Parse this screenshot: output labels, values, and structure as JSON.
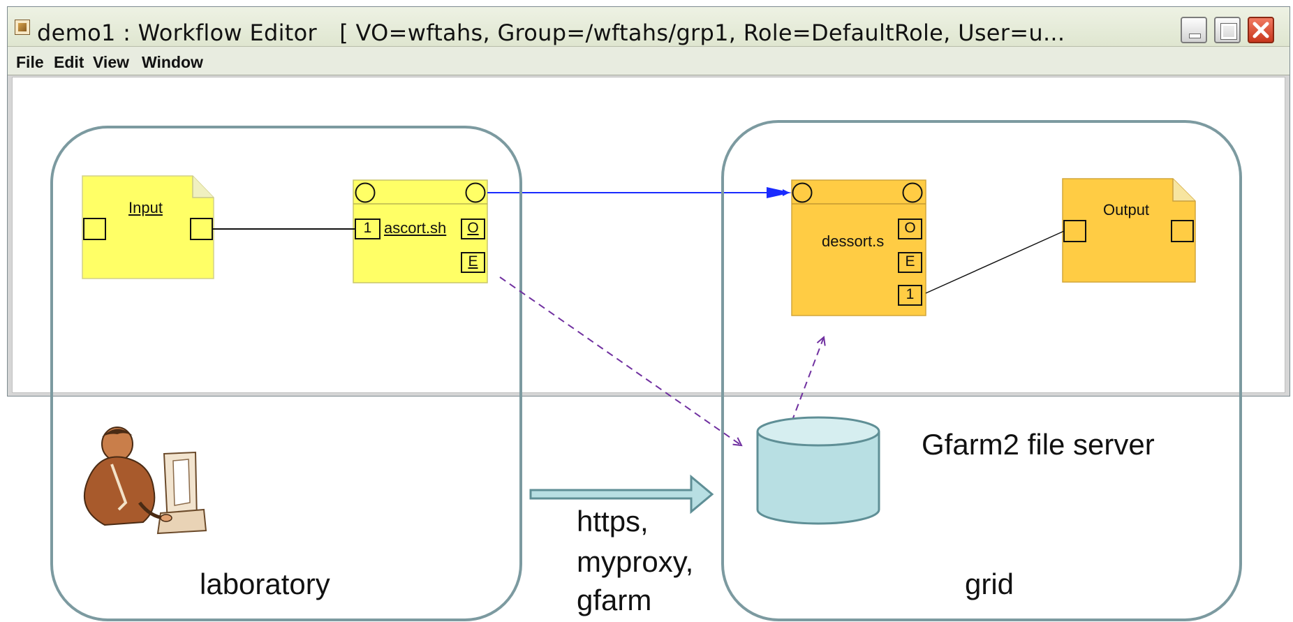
{
  "window": {
    "title": "demo1 : Workflow Editor　[ VO=wftahs, Group=/wftahs/grp1, Role=DefaultRole, User=u...",
    "menu": [
      "File",
      "Edit",
      "View",
      "Window"
    ]
  },
  "nodes": {
    "input": {
      "label": "Input"
    },
    "ascort": {
      "label": "ascort.sh",
      "port_in": "1",
      "port_out": "O",
      "port_err": "E"
    },
    "dessort": {
      "label": "dessort.s",
      "port_out": "O",
      "port_err": "E",
      "port_in": "1"
    },
    "output": {
      "label": "Output"
    }
  },
  "regions": {
    "laboratory": "laboratory",
    "grid": "grid"
  },
  "server_label": "Gfarm2 file server",
  "protocols": [
    "https,",
    "myproxy,",
    "gfarm"
  ],
  "colors": {
    "light_node": "#ffff66",
    "dark_node": "#ffcc44",
    "region_border": "#7c9aa0",
    "cylinder_fill": "#b8dfe3",
    "arrow_fill": "#b8dfe3",
    "link_blue": "#1a2bff",
    "dashed_purple": "#7030a0"
  }
}
